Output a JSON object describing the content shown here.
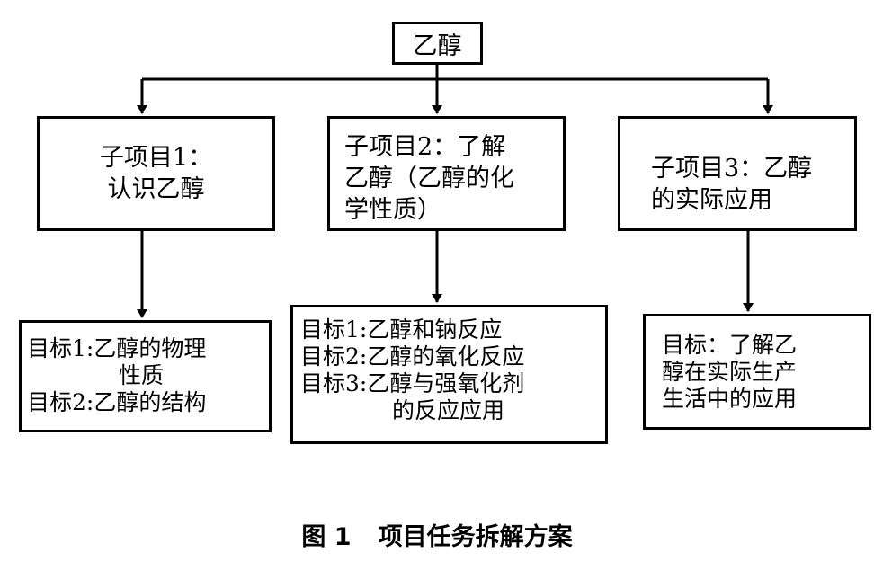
{
  "root": {
    "label": "乙醇"
  },
  "subprojects": [
    {
      "lines": [
        "子项目1：",
        "认识乙醇"
      ]
    },
    {
      "lines": [
        "子项目2：了解",
        "乙醇（乙醇的化",
        "学性质）"
      ]
    },
    {
      "lines": [
        "子项目3：乙醇",
        "的实际应用"
      ]
    }
  ],
  "goals": [
    {
      "items": [
        {
          "first": "目标1:乙醇的物理",
          "rest": [
            "性质"
          ]
        },
        {
          "first": "目标2:乙醇的结构",
          "rest": []
        }
      ]
    },
    {
      "items": [
        {
          "first": "目标1:乙醇和钠反应",
          "rest": []
        },
        {
          "first": "目标2:乙醇的氧化反应",
          "rest": []
        },
        {
          "first": "目标3:乙醇与强氧化剂",
          "rest": [
            "的反应应用"
          ]
        }
      ]
    },
    {
      "items": [
        {
          "first": "目标：了解乙",
          "rest": [
            "醇在实际生产",
            "生活中的应用"
          ]
        }
      ]
    }
  ],
  "caption": {
    "figure_number": "图 1",
    "title": "项目任务拆解方案"
  }
}
